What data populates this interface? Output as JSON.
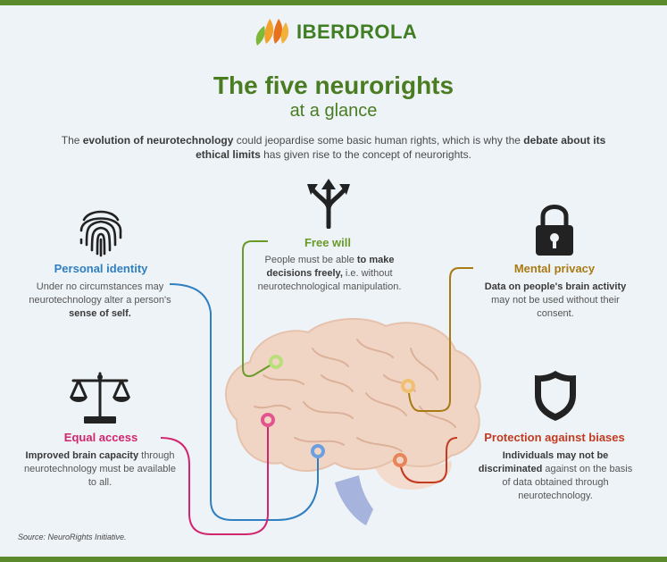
{
  "brand": {
    "name": "IBERDROLA",
    "green": "#3f7e23"
  },
  "header": {
    "title": "The five neurorights",
    "subtitle": "at a glance"
  },
  "intro": {
    "p1": "The ",
    "b1": "evolution of neurotechnology",
    "p2": " could jeopardise some basic human rights, which is why the ",
    "b2": "debate about its ethical limits",
    "p3": " has given rise to the concept of neurorights."
  },
  "rights": {
    "free_will": {
      "title": "Free will",
      "color": "#6a9a2a",
      "icon": "arrows-split-icon",
      "d1": "People must be able ",
      "d2": "to make decisions freely,",
      "d3": " i.e. without neurotechnological manipulation."
    },
    "personal_identity": {
      "title": "Personal identity",
      "color": "#2f7fc1",
      "icon": "fingerprint-icon",
      "d1": "Under no circumstances may neurotechnology alter a person's ",
      "d2": "sense of self."
    },
    "mental_privacy": {
      "title": "Mental privacy",
      "color": "#a97a13",
      "icon": "padlock-icon",
      "d1": "Data on people's brain activity",
      "d2": " may not be used without their consent."
    },
    "equal_access": {
      "title": "Equal access",
      "color": "#d1256f",
      "icon": "scales-icon",
      "d1": "Improved brain capacity",
      "d2": " through neurotechnology must be available to all."
    },
    "protection_biases": {
      "title": "Protection against biases",
      "color": "#c23b20",
      "icon": "shield-icon",
      "d1": "Individuals may not be discriminated",
      "d2": " against on the basis of data obtained through neurotechnology."
    }
  },
  "source": "Source: NeuroRights Initiative."
}
